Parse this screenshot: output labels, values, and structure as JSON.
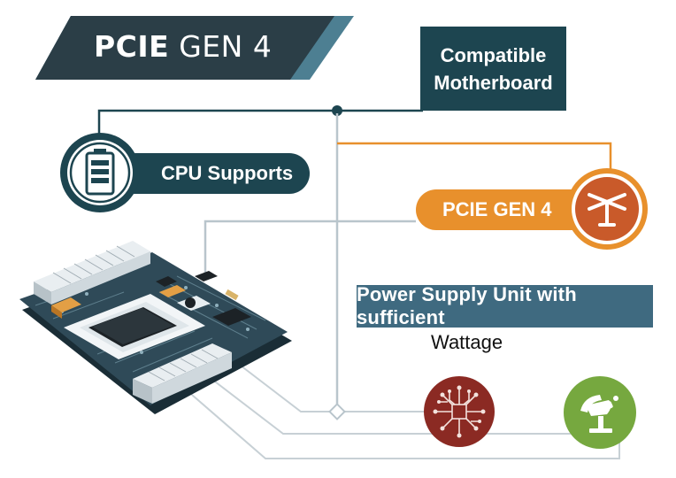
{
  "header": {
    "title_bold": "PCIE",
    "title_light": "GEN 4"
  },
  "motherboard": {
    "line1": "Compatible",
    "line2": "Motherboard"
  },
  "cpu": {
    "label": "CPU Supports"
  },
  "pcie_badge": {
    "label": "PCIE GEN 4"
  },
  "psu": {
    "label": "Power Supply Unit with sufficient",
    "wattage": "Wattage"
  },
  "colors": {
    "dark_teal": "#1d4550",
    "steel_blue": "#3f6a80",
    "orange": "#e8902c",
    "rust": "#c95a2a",
    "maroon": "#8b2a23",
    "green": "#76a83f",
    "line_gray": "#b9c5cc"
  },
  "icons": [
    "battery-icon",
    "airplane-icon",
    "circuit-chip-icon",
    "satellite-dish-icon"
  ]
}
